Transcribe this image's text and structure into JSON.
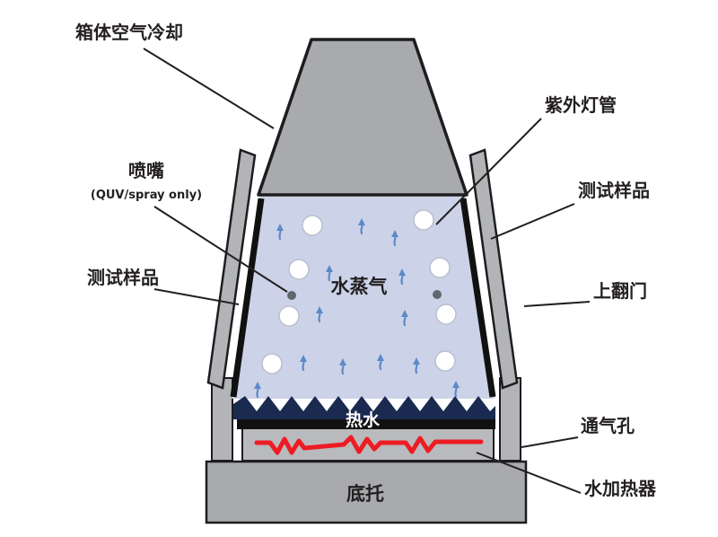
{
  "diagram": {
    "labels": {
      "air_cooling": "箱体空气冷却",
      "nozzle": "喷嘴",
      "nozzle_note": "(QUV/spray only)",
      "sample_left": "测试样品",
      "uv_lamp": "紫外灯管",
      "sample_right": "测试样品",
      "door": "上翻门",
      "vent": "通气孔",
      "water_heater": "水加热器",
      "water_vapor": "水蒸气",
      "hot_water": "热水",
      "base": "底托"
    },
    "colors": {
      "hood": "#a8aaad",
      "chamber": "#ccd3e8",
      "water": "#1b2a50",
      "heater": "#ed1c24",
      "vapor_arrow": "#5d89c8",
      "door": "#b2b4b7",
      "pan": "#b9babd",
      "base": "#a8aaad",
      "outline": "#231f20"
    }
  }
}
